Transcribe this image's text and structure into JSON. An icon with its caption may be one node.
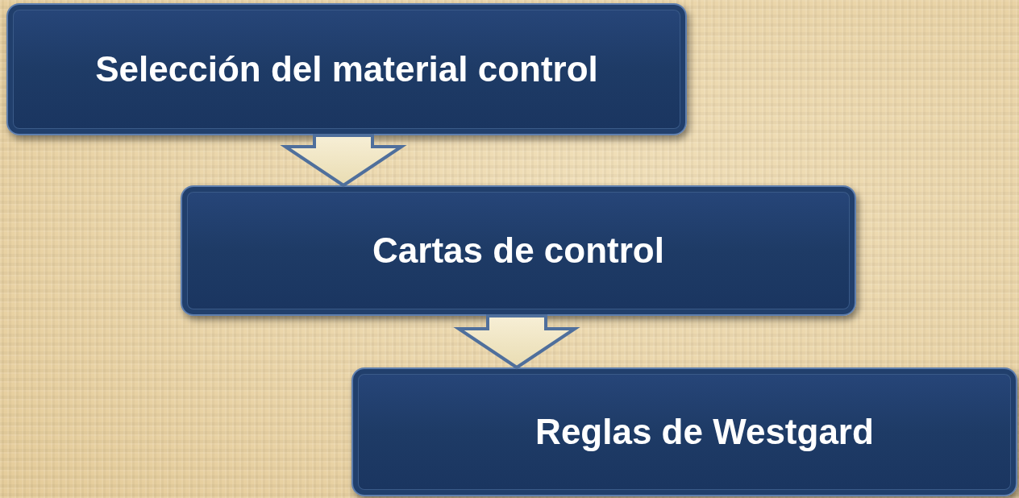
{
  "diagram": {
    "nodes": [
      {
        "text": [
          "Selección del material control"
        ]
      },
      {
        "text": [
          "Cartas de control"
        ]
      },
      {
        "text": [
          "Reglas de Westgard"
        ]
      }
    ],
    "edges": [
      {
        "from": 0,
        "to": 1,
        "arrow": "to"
      },
      {
        "from": 1,
        "to": 2,
        "arrow": "to"
      }
    ]
  }
}
